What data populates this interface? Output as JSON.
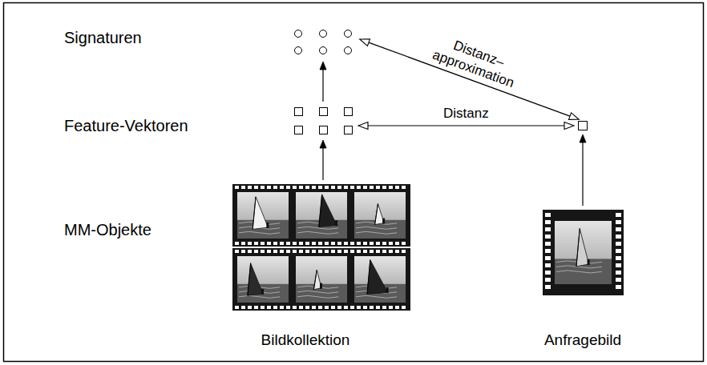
{
  "diagram": {
    "nodes": [
      {
        "text": []
      },
      {
        "text": []
      },
      {
        "text": [
          "Bildkollektion"
        ]
      },
      {
        "text": []
      },
      {
        "text": [
          "Anfragebild"
        ]
      }
    ],
    "edges": [
      {
        "from": 2,
        "to": 1,
        "arrow": "to"
      },
      {
        "from": 1,
        "to": 0,
        "arrow": "to"
      },
      {
        "from": 4,
        "to": 3,
        "arrow": "to"
      },
      {
        "from": 1,
        "to": 3,
        "label": "Distanz",
        "arrow": "both"
      },
      {
        "from": 0,
        "to": 3,
        "label": "Distanz– approximation",
        "arrow": "both"
      }
    ],
    "labels": [
      "Signaturen",
      "Feature-Vektoren",
      "MM-Objekte"
    ]
  }
}
